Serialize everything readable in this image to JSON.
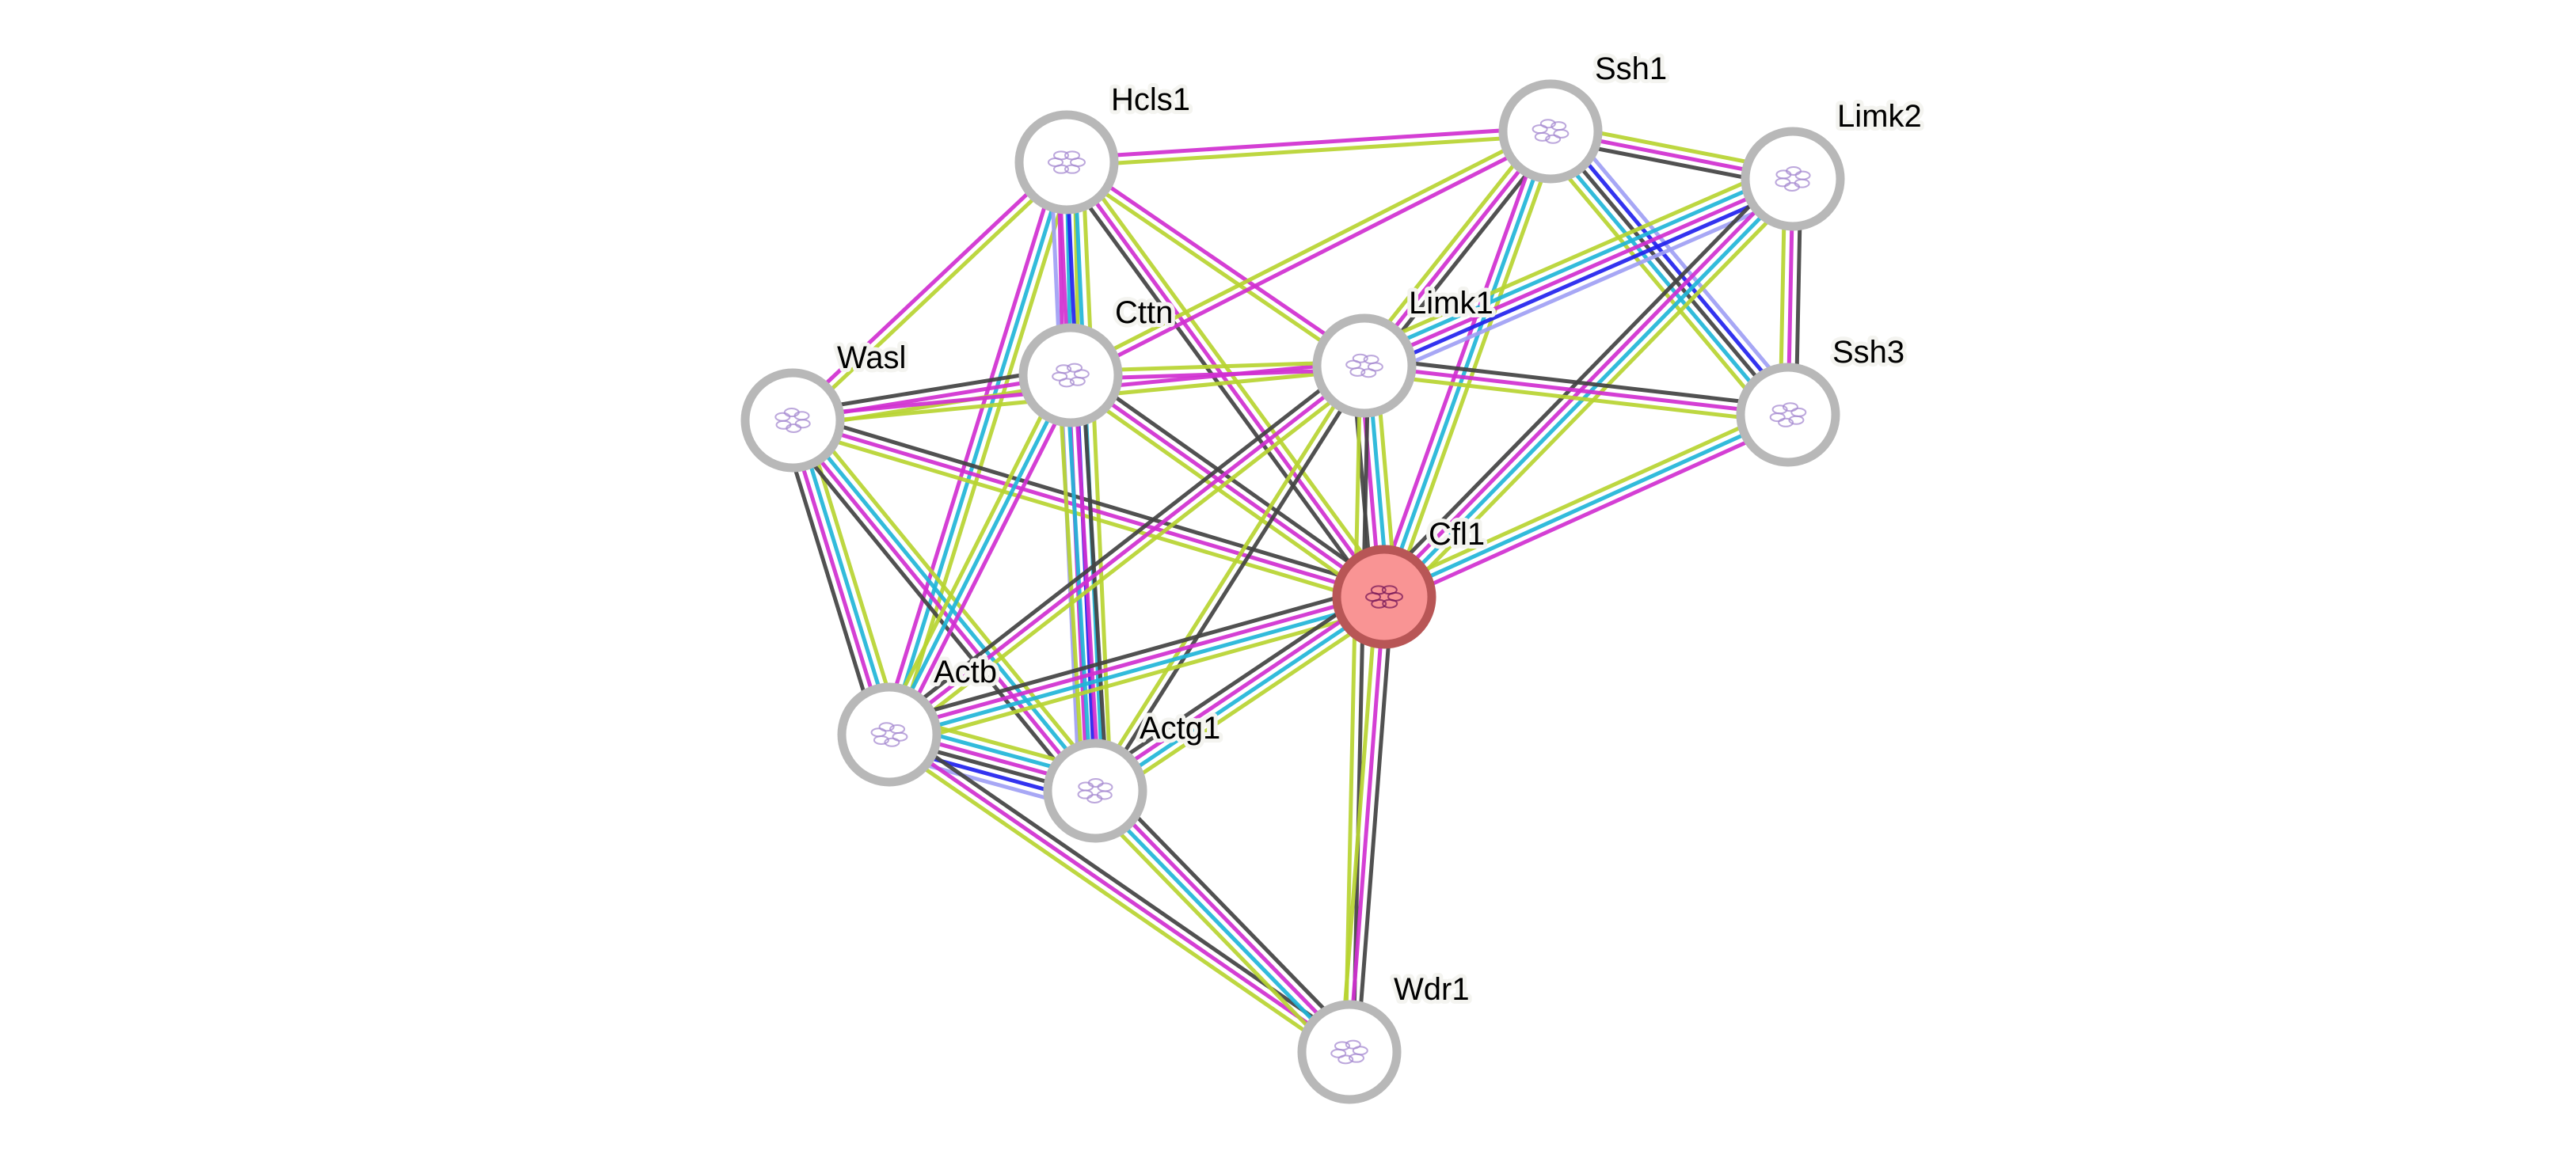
{
  "title": "Protein interaction network",
  "query_protein": "Cfl1",
  "evidence_colors": {
    "curated_database": "#21b6d8",
    "experimental": "#d12fd1",
    "textmining": "#b8d431",
    "coexpression": "#434343",
    "cooccurrence": "#2222ee",
    "homology": "#a0a0f5"
  },
  "node_colors": {
    "query_fill": "#f99494",
    "query_ring": "#b85656",
    "default_fill": "#ffffff",
    "default_ring": "#b8b8b8"
  },
  "nodes": [
    {
      "id": "Hcls1",
      "label": "Hcls1",
      "query": false
    },
    {
      "id": "Ssh1",
      "label": "Ssh1",
      "query": false
    },
    {
      "id": "Limk2",
      "label": "Limk2",
      "query": false
    },
    {
      "id": "Cttn",
      "label": "Cttn",
      "query": false
    },
    {
      "id": "Limk1",
      "label": "Limk1",
      "query": false
    },
    {
      "id": "Wasl",
      "label": "Wasl",
      "query": false
    },
    {
      "id": "Ssh3",
      "label": "Ssh3",
      "query": false
    },
    {
      "id": "Cfl1",
      "label": "Cfl1",
      "query": true
    },
    {
      "id": "Actb",
      "label": "Actb",
      "query": false
    },
    {
      "id": "Actg1",
      "label": "Actg1",
      "query": false
    },
    {
      "id": "Wdr1",
      "label": "Wdr1",
      "query": false
    }
  ],
  "edges": [
    {
      "source": "Hcls1",
      "target": "Ssh1",
      "evidence": [
        "experimental",
        "textmining"
      ]
    },
    {
      "source": "Hcls1",
      "target": "Wasl",
      "evidence": [
        "textmining",
        "experimental"
      ]
    },
    {
      "source": "Hcls1",
      "target": "Actb",
      "evidence": [
        "textmining",
        "curated_database",
        "experimental"
      ]
    },
    {
      "source": "Hcls1",
      "target": "Cttn",
      "evidence": [
        "textmining",
        "curated_database",
        "experimental"
      ]
    },
    {
      "source": "Hcls1",
      "target": "Actg1",
      "evidence": [
        "textmining",
        "curated_database",
        "cooccurrence",
        "experimental",
        "homology"
      ]
    },
    {
      "source": "Hcls1",
      "target": "Cfl1",
      "evidence": [
        "textmining",
        "experimental",
        "coexpression"
      ]
    },
    {
      "source": "Hcls1",
      "target": "Limk1",
      "evidence": [
        "experimental",
        "textmining"
      ]
    },
    {
      "source": "Ssh1",
      "target": "Limk2",
      "evidence": [
        "textmining",
        "experimental",
        "coexpression"
      ]
    },
    {
      "source": "Ssh1",
      "target": "Cttn",
      "evidence": [
        "experimental",
        "textmining"
      ]
    },
    {
      "source": "Ssh1",
      "target": "Limk1",
      "evidence": [
        "coexpression",
        "experimental",
        "textmining"
      ]
    },
    {
      "source": "Ssh1",
      "target": "Cfl1",
      "evidence": [
        "textmining",
        "curated_database",
        "experimental"
      ]
    },
    {
      "source": "Ssh1",
      "target": "Ssh3",
      "evidence": [
        "homology",
        "cooccurrence",
        "coexpression",
        "curated_database",
        "textmining"
      ]
    },
    {
      "source": "Limk2",
      "target": "Limk1",
      "evidence": [
        "homology",
        "cooccurrence",
        "experimental",
        "curated_database",
        "textmining"
      ]
    },
    {
      "source": "Limk2",
      "target": "Cfl1",
      "evidence": [
        "textmining",
        "curated_database",
        "experimental",
        "coexpression"
      ]
    },
    {
      "source": "Limk2",
      "target": "Ssh3",
      "evidence": [
        "coexpression",
        "experimental",
        "textmining"
      ]
    },
    {
      "source": "Limk1",
      "target": "Ssh3",
      "evidence": [
        "coexpression",
        "experimental",
        "textmining"
      ]
    },
    {
      "source": "Cfl1",
      "target": "Ssh3",
      "evidence": [
        "textmining",
        "curated_database",
        "experimental"
      ]
    },
    {
      "source": "Wasl",
      "target": "Cttn",
      "evidence": [
        "coexpression",
        "experimental",
        "textmining"
      ]
    },
    {
      "source": "Wasl",
      "target": "Limk1",
      "evidence": [
        "experimental",
        "textmining"
      ]
    },
    {
      "source": "Wasl",
      "target": "Cfl1",
      "evidence": [
        "coexpression",
        "experimental",
        "textmining"
      ]
    },
    {
      "source": "Wasl",
      "target": "Actb",
      "evidence": [
        "textmining",
        "curated_database",
        "experimental",
        "coexpression"
      ]
    },
    {
      "source": "Wasl",
      "target": "Actg1",
      "evidence": [
        "textmining",
        "curated_database",
        "experimental",
        "coexpression"
      ]
    },
    {
      "source": "Cttn",
      "target": "Limk1",
      "evidence": [
        "textmining",
        "experimental"
      ]
    },
    {
      "source": "Cttn",
      "target": "Actb",
      "evidence": [
        "experimental",
        "curated_database",
        "textmining"
      ]
    },
    {
      "source": "Cttn",
      "target": "Actg1",
      "evidence": [
        "coexpression",
        "experimental",
        "curated_database",
        "textmining"
      ]
    },
    {
      "source": "Cttn",
      "target": "Cfl1",
      "evidence": [
        "coexpression",
        "experimental",
        "textmining"
      ]
    },
    {
      "source": "Limk1",
      "target": "Cfl1",
      "evidence": [
        "textmining",
        "curated_database",
        "experimental",
        "coexpression"
      ]
    },
    {
      "source": "Limk1",
      "target": "Actb",
      "evidence": [
        "textmining",
        "experimental",
        "coexpression"
      ]
    },
    {
      "source": "Limk1",
      "target": "Actg1",
      "evidence": [
        "coexpression",
        "textmining"
      ]
    },
    {
      "source": "Limk1",
      "target": "Wdr1",
      "evidence": [
        "coexpression",
        "textmining"
      ]
    },
    {
      "source": "Actb",
      "target": "Cfl1",
      "evidence": [
        "coexpression",
        "experimental",
        "curated_database",
        "textmining"
      ]
    },
    {
      "source": "Actg1",
      "target": "Cfl1",
      "evidence": [
        "coexpression",
        "experimental",
        "curated_database",
        "textmining"
      ]
    },
    {
      "source": "Actb",
      "target": "Actg1",
      "evidence": [
        "textmining",
        "curated_database",
        "experimental",
        "coexpression",
        "cooccurrence",
        "homology"
      ]
    },
    {
      "source": "Actb",
      "target": "Wdr1",
      "evidence": [
        "coexpression",
        "experimental",
        "textmining"
      ]
    },
    {
      "source": "Actg1",
      "target": "Wdr1",
      "evidence": [
        "coexpression",
        "experimental",
        "curated_database",
        "textmining"
      ]
    },
    {
      "source": "Cfl1",
      "target": "Wdr1",
      "evidence": [
        "coexpression",
        "experimental",
        "textmining"
      ]
    }
  ]
}
